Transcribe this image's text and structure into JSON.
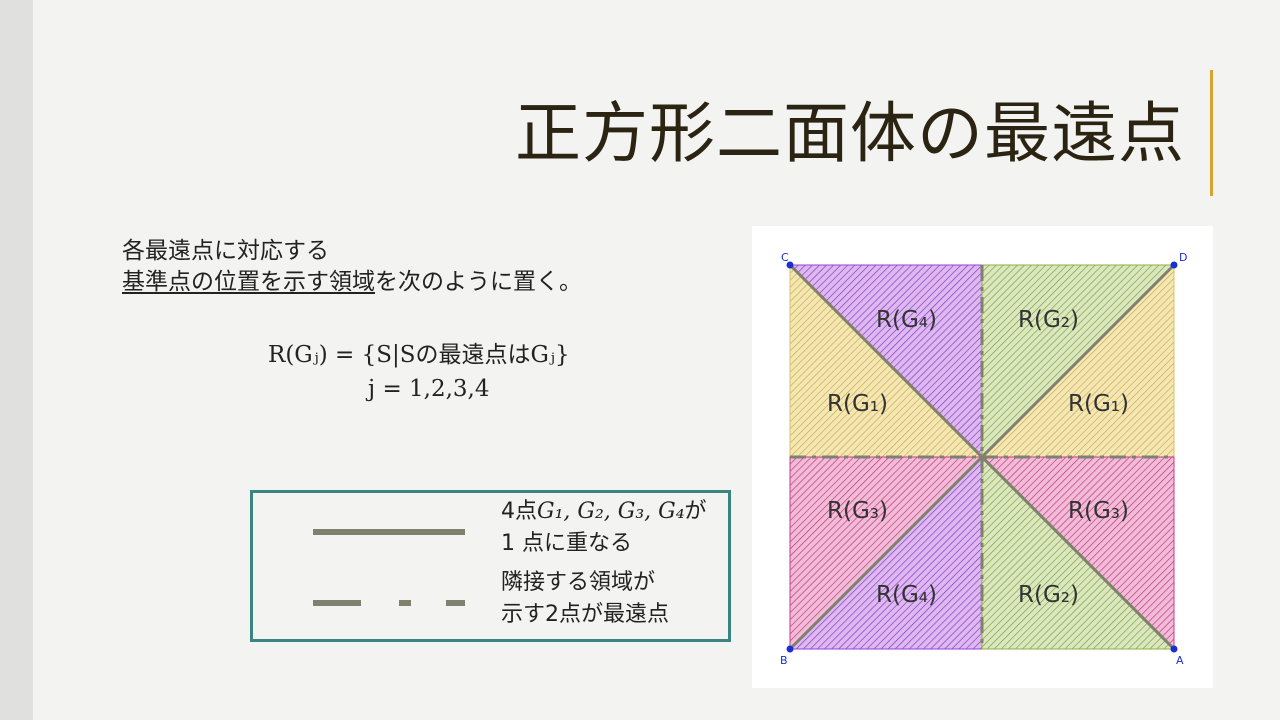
{
  "title": "正方形二面体の最遠点",
  "intro": {
    "line1": "各最遠点に対応する",
    "line2_underlined": "基準点の位置を示す領域",
    "line2_rest": "を次のように置く。"
  },
  "formula": {
    "line1": "R(Gⱼ) = {S|Sの最遠点はGⱼ}",
    "line2": "j = 1,2,3,4"
  },
  "legend": {
    "solid_line1_prefix": "4点",
    "solid_line1_points": "G₁, G₂, G₃, G₄",
    "solid_line1_suffix": "が",
    "solid_line2": "1 点に重なる",
    "dashed_line1": "隣接する領域が",
    "dashed_line2": "示す2点が最遠点"
  },
  "diagram": {
    "points": {
      "A": "A",
      "B": "B",
      "C": "C",
      "D": "D"
    },
    "regions": {
      "top_left_upper": "R(G₄)",
      "top_left_lower": "R(G₁)",
      "top_right_upper": "R(G₂)",
      "top_right_lower": "R(G₁)",
      "bottom_left_upper": "R(G₃)",
      "bottom_left_lower": "R(G₄)",
      "bottom_right_upper": "R(G₃)",
      "bottom_right_lower": "R(G₂)"
    },
    "colors": {
      "yellow": "#d9c26a",
      "purple": "#9b3fd6",
      "green": "#8cb043",
      "magenta": "#cc3b86",
      "point": "#1b2fd0"
    }
  }
}
